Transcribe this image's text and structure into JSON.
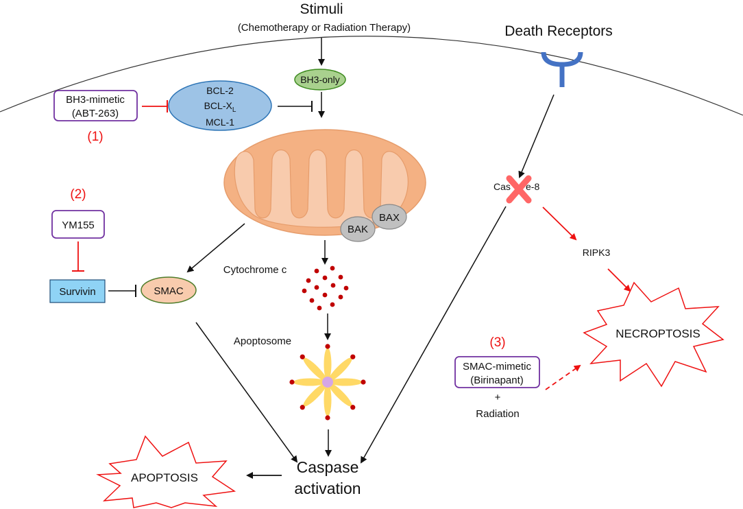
{
  "stimuli": {
    "title": "Stimuli",
    "subtitle": "(Chemotherapy or Radiation Therapy)"
  },
  "death_receptors": "Death Receptors",
  "bh3_only": "BH3-only",
  "bcl": {
    "line1": "BCL-2",
    "line2_base": "BCL-X",
    "line2_sub": "L",
    "line3": "MCL-1"
  },
  "bh3_mimetic": {
    "line1": "BH3-mimetic",
    "line2": "(ABT-263)",
    "number": "(1)"
  },
  "ym155": {
    "number": "(2)",
    "label": "YM155"
  },
  "survivin": "Survivin",
  "smac": "SMAC",
  "bak": "BAK",
  "bax": "BAX",
  "cytochrome_c": "Cytochrome c",
  "apoptosome": "Apoptosome",
  "caspase8": {
    "left": "Cas",
    "right": "e-8"
  },
  "ripk3": "RIPK3",
  "necroptosis": "NECROPTOSIS",
  "smac_mimetic": {
    "number": "(3)",
    "line1": "SMAC-mimetic",
    "line2": "(Birinapant)",
    "plus": "+",
    "radiation": "Radiation"
  },
  "caspase_activation": {
    "line1": "Caspase",
    "line2": "activation"
  },
  "apoptosis": "APOPTOSIS",
  "colors": {
    "red": "#ee1111",
    "purple": "#7030a0",
    "bh3_fill": "#a9d18e",
    "bh3_stroke": "#3d8a1f",
    "bcl_fill": "#9dc3e6",
    "bcl_stroke": "#2e75b6",
    "smac_fill": "#f8cbad",
    "survivin_fill": "#8fd3f5",
    "receptor": "#4472c4",
    "mito_outer": "#f4b183",
    "mito_inner": "#f8cbad",
    "grey": "#c0c0c0",
    "dot": "#c00000",
    "apoptosome_arm": "#ffd966",
    "apoptosome_center": "#d5a6e6",
    "cross": "#ff6666"
  }
}
